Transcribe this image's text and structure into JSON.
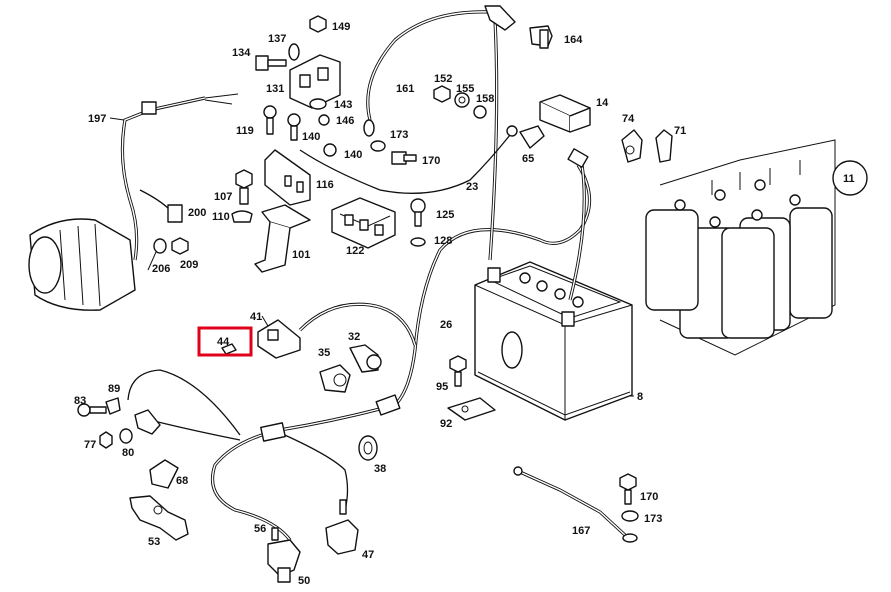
{
  "labels": {
    "l149": "149",
    "l137": "137",
    "l134": "134",
    "l131": "131",
    "l143": "143",
    "l146": "146",
    "l119": "119",
    "l140a": "140",
    "l140b": "140",
    "l161": "161",
    "l152": "152",
    "l155": "155",
    "l158": "158",
    "l173a": "173",
    "l170a": "170",
    "l164": "164",
    "l14": "14",
    "l74": "74",
    "l71": "71",
    "l65": "65",
    "l11": "11",
    "l197": "197",
    "l23": "23",
    "l107": "107",
    "l116": "116",
    "l200": "200",
    "l110": "110",
    "l125": "125",
    "l128": "128",
    "l206": "206",
    "l209": "209",
    "l101": "101",
    "l122": "122",
    "l41": "41",
    "l26": "26",
    "l32": "32",
    "l44": "44",
    "l35": "35",
    "l95": "95",
    "l8": "8",
    "l83": "83",
    "l89": "89",
    "l92": "92",
    "l77": "77",
    "l80": "80",
    "l38": "38",
    "l68": "68",
    "l170b": "170",
    "l173b": "173",
    "l53": "53",
    "l56": "56",
    "l167": "167",
    "l47": "47",
    "l50": "50"
  },
  "highlight": {
    "part": "44",
    "color": "#e0001b"
  }
}
